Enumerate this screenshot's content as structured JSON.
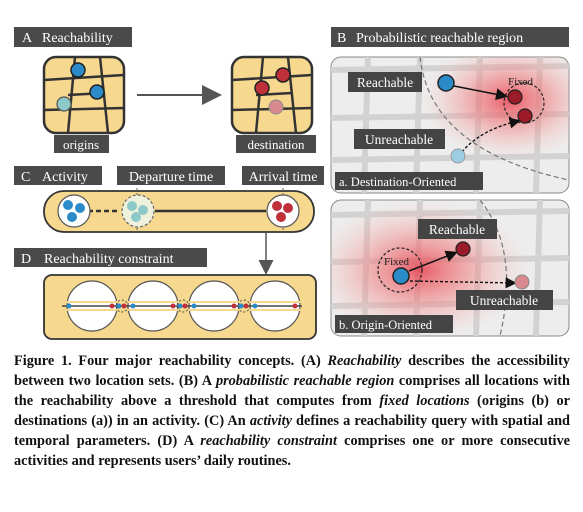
{
  "panels": {
    "a": {
      "letter": "A",
      "title": "Reachability",
      "origins_label": "origins",
      "destination_label": "destination"
    },
    "b": {
      "letter": "B",
      "title": "Probabilistic reachable region",
      "top": {
        "reachable": "Reachable",
        "fixed": "Fixed",
        "unreachable": "Unreachable",
        "caption": "a. Destination-Oriented"
      },
      "bottom": {
        "reachable": "Reachable",
        "fixed": "Fixed",
        "unreachable": "Unreachable",
        "caption": "b. Origin-Oriented"
      }
    },
    "c": {
      "letter": "C",
      "title": "Activity",
      "departure": "Departure time",
      "arrival": "Arrival time"
    },
    "d": {
      "letter": "D",
      "title": "Reachability constraint"
    }
  },
  "caption": {
    "figure_label": "Figure 1.",
    "t1": " Four major reachability concepts. (A) ",
    "i1": "Reachability",
    "t2": " describes the accessibility between two location sets. (B) A ",
    "i2": "probabilistic reachable region",
    "t3": " comprises all locations with the reachability above a threshold that computes from ",
    "i3": "fixed locations",
    "t4": " (origins (b) or destinations (a)) in an activity. (C) An ",
    "i4": "activity",
    "t5": " defines a reachability query with spatial and temporal parameters. (D) A ",
    "i5": "reachability constraint",
    "t6": " comprises one or more consecutive activities and represents users’ daily routines."
  },
  "colors": {
    "blue": "#2b8bc9",
    "teal_faded": "#8ec9c9",
    "red": "#c0303b",
    "red_faded": "#d98a8f",
    "tan": "#f5d78e",
    "dark_label": "#444444"
  }
}
